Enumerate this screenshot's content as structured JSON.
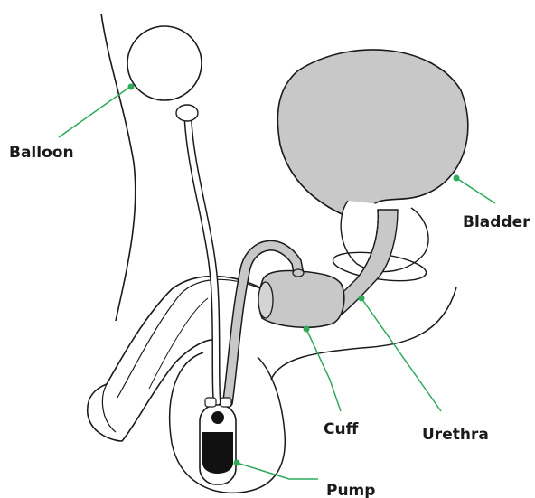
{
  "labels": {
    "balloon": "Balloon",
    "bladder": "Bladder",
    "cuff": "Cuff",
    "urethra": "Urethra",
    "pump": "Pump"
  },
  "colors": {
    "leader": "#2eaa5a",
    "fill_gray": "#c8c8c8",
    "outline": "#1a1a1a",
    "pump_black": "#111111",
    "background": "#ffffff"
  }
}
